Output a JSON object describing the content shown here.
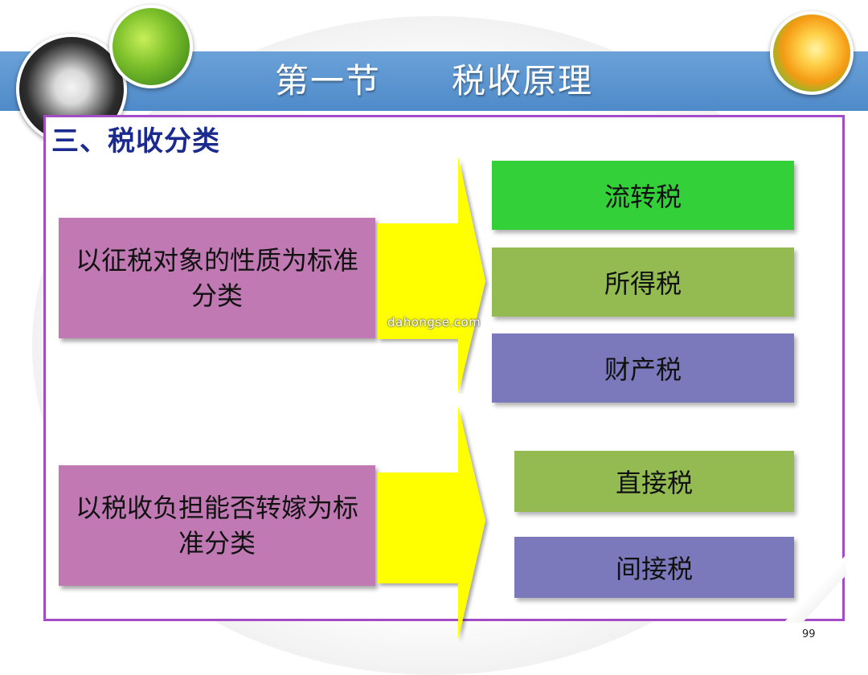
{
  "slide": {
    "title": "第一节　　税收原理",
    "section_heading": "三、税收分类",
    "page_number": "99",
    "watermark": "dahongse.com"
  },
  "groups": [
    {
      "criterion": "以征税对象的性质为标准分类",
      "categories": [
        "流转税",
        "所得税",
        "财产税"
      ]
    },
    {
      "criterion": "以税收负担能否转嫁为标准分类",
      "categories": [
        "直接税",
        "间接税"
      ]
    }
  ],
  "colors": {
    "title_bar": "#5a93ce",
    "panel_border": "#a24cc8",
    "section_text": "#1b2a8f",
    "criterion_box": "#c079b3",
    "arrow": "#ffff00",
    "category_bright_green": "#34d03a",
    "category_olive_green": "#93bb51",
    "category_purple": "#7b78bb"
  },
  "icons": [
    "dandelion-photo",
    "leaf-photo",
    "flower-photo",
    "arrow-right-icon"
  ]
}
